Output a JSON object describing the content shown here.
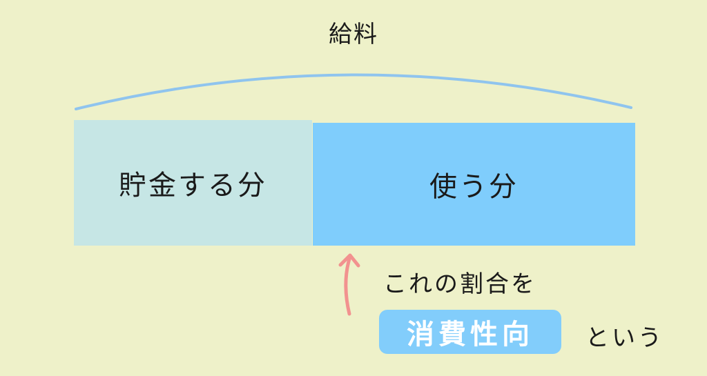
{
  "diagram": {
    "title": "給料",
    "segments": [
      {
        "label": "貯金する分",
        "color": "#c6e6e5"
      },
      {
        "label": "使う分",
        "color": "#7fcdfc"
      }
    ],
    "note": {
      "line1": "これの割合を",
      "term": "消費性向",
      "line2": "という"
    },
    "colors": {
      "background": "#eef1c9",
      "brace": "#8fc4ee",
      "arrow": "#f2928f",
      "badge": "#82cdfb"
    }
  }
}
